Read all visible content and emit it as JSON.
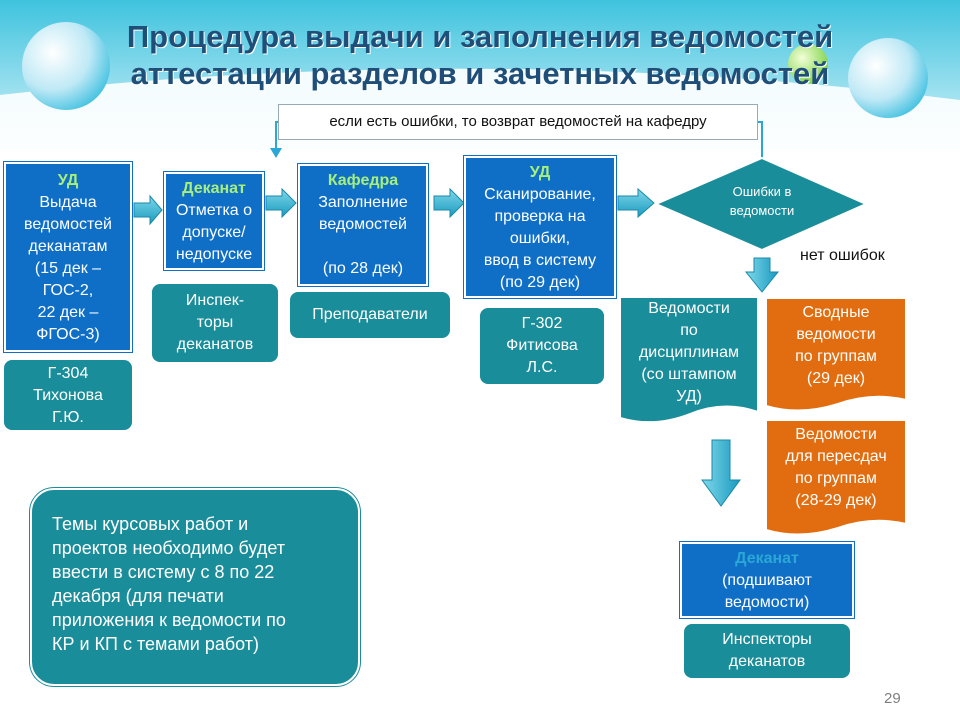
{
  "title": {
    "line1": "Процедура выдачи и заполнения ведомостей",
    "line2": "аттестации разделов и зачетных ведомостей"
  },
  "feedback_banner": "если есть ошибки, то возврат ведомостей на кафедру",
  "steps": [
    {
      "header": "УД",
      "lines": [
        "Выдача",
        "ведомостей",
        "деканатам",
        "(15 дек –",
        "ГОС-2,",
        "22 дек –",
        "ФГОС-3)"
      ],
      "responsible": [
        "Г-304",
        "Тихонова",
        "Г.Ю."
      ]
    },
    {
      "header": "Деканат",
      "lines": [
        "Отметка о",
        "допуске/",
        "недопуске"
      ],
      "responsible": [
        "Инспек-",
        "торы",
        "деканатов"
      ]
    },
    {
      "header": "Кафедра",
      "lines": [
        "Заполнение",
        "ведомостей",
        "",
        "(по 28 дек)"
      ],
      "responsible": [
        "Преподаватели"
      ]
    },
    {
      "header": "УД",
      "lines": [
        "Сканирование,",
        "проверка на",
        "ошибки,",
        "ввод в систему",
        "(по 29 дек)"
      ],
      "responsible": [
        "Г-302",
        "Фитисова",
        "Л.С."
      ]
    }
  ],
  "decision": {
    "lines": [
      "Ошибки в",
      "ведомости"
    ]
  },
  "no_errors_label": "нет ошибок",
  "documents": {
    "by_discipline": [
      "Ведомости",
      "по",
      "дисциплинам",
      "(со штампом",
      "УД)"
    ],
    "summary": [
      "Сводные",
      "ведомости",
      "по группам",
      "(29 дек)"
    ],
    "retake": [
      "Ведомости",
      "для пересдач",
      "по группам",
      "(28-29 дек)"
    ]
  },
  "final": {
    "header": "Деканат",
    "lines": [
      "(подшивают",
      "ведомости)"
    ],
    "responsible": [
      "Инспекторы",
      "деканатов"
    ]
  },
  "note": [
    "Темы курсовых работ и",
    "проектов необходимо будет",
    "ввести в систему с 8 по 22",
    "декабря (для печати",
    "приложения к ведомости по",
    "КР и КП с темами работ)"
  ],
  "page_number": "29",
  "colors": {
    "blue": "#0f6fc6",
    "teal": "#1a8d9a",
    "orange": "#e26d10",
    "green_header": "#a6ef7c",
    "title": "#1f4e79"
  }
}
